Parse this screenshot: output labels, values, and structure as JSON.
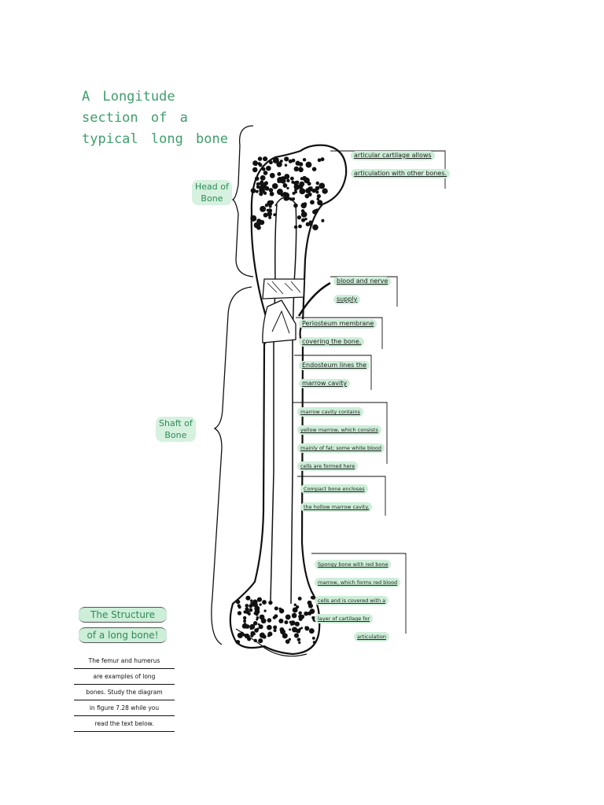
{
  "title_lines": [
    "A Longitude",
    "section of a",
    "typical long bone"
  ],
  "head_label": [
    "Head of",
    "Bone"
  ],
  "shaft_label": [
    "Shaft of",
    "Bone"
  ],
  "labels": {
    "cartilage": [
      "articular cartilage allows",
      "articulation with other bones."
    ],
    "blood": [
      "blood and nerve",
      "supply"
    ],
    "periosteum": [
      "Periosteum membrane",
      "covering the bone."
    ],
    "endosteum": [
      "Endosteum lines the",
      "marrow cavity"
    ],
    "marrow": [
      "marrow cavity contains",
      "yellow marrow, which consists",
      "mainly of fat; some white blood",
      "cells are formed here"
    ],
    "compact": [
      "Compact bone encloses",
      "the hollow marrow cavity."
    ],
    "spongy": [
      "Spongy bone with red bone",
      "marrow, which forms red blood",
      "cells and is covered with a",
      "layer of cartilage for",
      "articulation"
    ]
  },
  "structure_title": [
    "The Structure",
    "of a long bone!"
  ],
  "note_lines": [
    "The femur and humerus",
    "are examples of long",
    "bones. Study the diagram",
    "in figure 7.28 while you",
    "read the text below."
  ],
  "colors": {
    "accent": "#3f9e6b",
    "highlight": "#cdeed8",
    "ink": "#111111"
  }
}
